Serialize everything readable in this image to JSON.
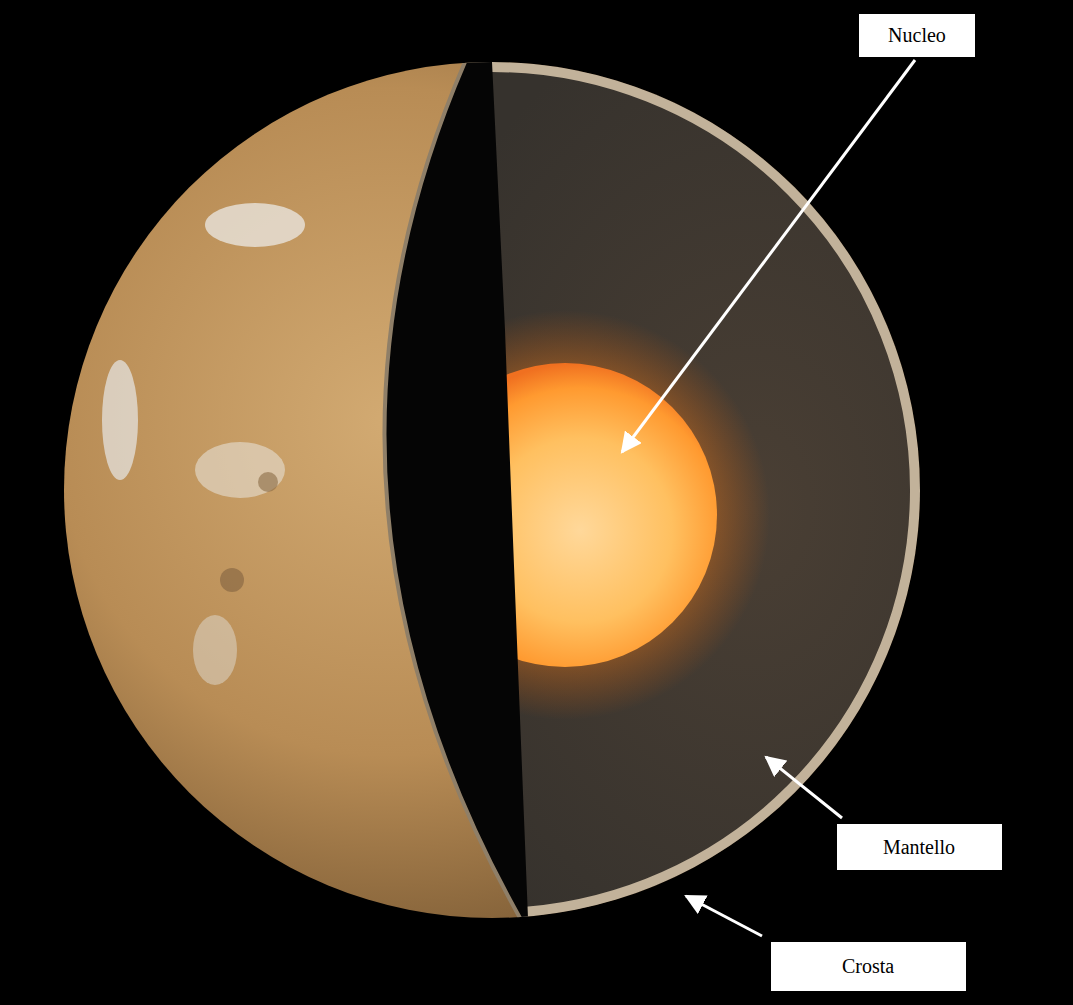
{
  "diagram": {
    "nodes": [
      {
        "text": [
          "Nucleo"
        ]
      },
      {
        "text": [
          "Mantello"
        ]
      },
      {
        "text": [
          "Crosta"
        ]
      }
    ]
  }
}
